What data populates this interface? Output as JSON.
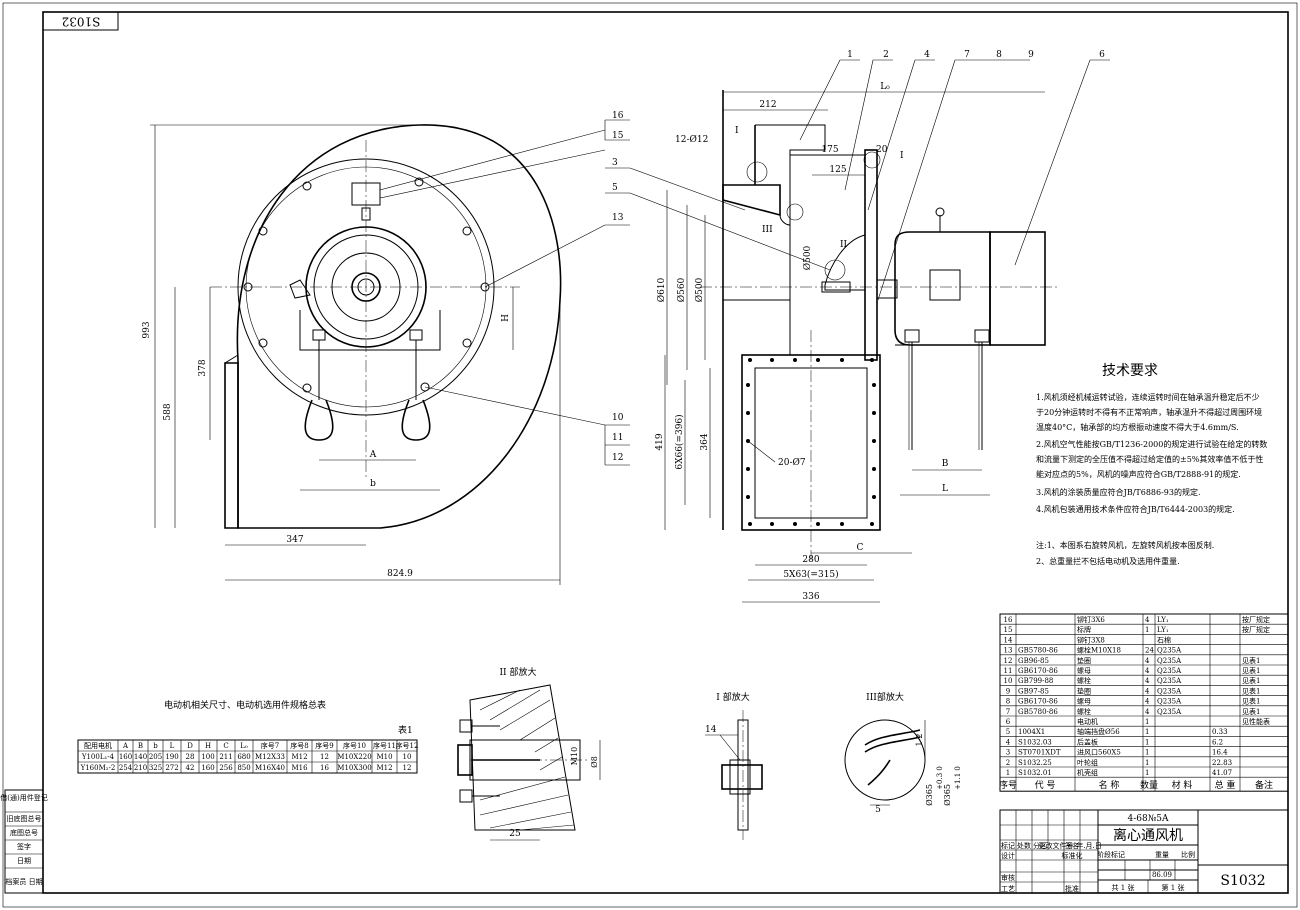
{
  "drawing_no_box": "S1032",
  "front_view": {
    "dims": {
      "d993": "993",
      "d378": "378",
      "d588": "588",
      "A": "A",
      "b": "b",
      "H": "H",
      "d347": "347",
      "d8249": "824.9"
    }
  },
  "side_view": {
    "part_callouts": [
      "1",
      "2",
      "4",
      "7",
      "8",
      "9",
      "6"
    ],
    "side_callouts": [
      "16",
      "15",
      "3",
      "13",
      "5",
      "10",
      "11",
      "12"
    ],
    "dims": {
      "d212": "212",
      "L0": "L₀",
      "d12phi12": "12-Ø12",
      "d175": "175",
      "d125": "125",
      "d20": "20",
      "I_mark": "I",
      "III_mark": "III",
      "II_mark": "II",
      "phi610": "Ø610",
      "phi560": "Ø560",
      "phi500": "Ø500",
      "phi500b": "Ø500",
      "d419": "419",
      "d6x66": "6X66(=396)",
      "d364": "364",
      "d20phi7": "20-Ø7",
      "d280": "280",
      "d5x63": "5X63(=315)",
      "d336": "336",
      "C": "C",
      "B": "B",
      "L": "L"
    }
  },
  "tech": {
    "title": "技术要求",
    "lines": [
      "1.风机须经机械运转试验，连续运转时间在轴承温升稳定后不少",
      "于20分钟运转时不得有不正常响声，轴承温升不得超过周围环境",
      "温度40°C，轴承部的均方根振动速度不得大于4.6mm/S.",
      "2.风机空气性能按GB/T1236-2000的规定进行试验在给定的转数",
      "和流量下测定的全压值不得超过给定值的±5%其效率值不低于性",
      "能对应点的5%，风机的噪声应符合GB/T2888-91的规定.",
      "3.风机的涂装质量应符合JB/T6886-93的规定.",
      "4.风机包装通用技术条件应符合JB/T6444-2003的规定."
    ],
    "notes": [
      "注:1、本图系右旋转风机，左旋转风机按本图反制.",
      "2、总重量拦不包括电动机及选用件重量."
    ]
  },
  "motor_table": {
    "title": "电动机相关尺寸、电动机选用件规格总表",
    "label": "表1",
    "headers": [
      "配用电机",
      "A",
      "B",
      "b",
      "L",
      "D",
      "H",
      "C",
      "L₀",
      "序号7",
      "序号8",
      "序号9",
      "序号10",
      "序号11",
      "序号12"
    ],
    "rows": [
      [
        "Y100L₁-4",
        "160",
        "140",
        "205",
        "190",
        "28",
        "100",
        "211",
        "680",
        "M12X33",
        "M12",
        "12",
        "M10X220",
        "M10",
        "10"
      ],
      [
        "Y160M₂-2",
        "254",
        "210",
        "325",
        "272",
        "42",
        "160",
        "256",
        "850",
        "M16X40",
        "M16",
        "16",
        "M10X300",
        "M12",
        "12"
      ]
    ]
  },
  "detail_II": {
    "title": "II 部放大",
    "m10": "M10",
    "phi8": "Ø8",
    "d25": "25"
  },
  "detail_I": {
    "title": "I 部放大",
    "n14": "14"
  },
  "detail_III": {
    "title": "III部放大",
    "d12": "1-2",
    "d5": "5",
    "phi_a": "Ø365",
    "phi_b": "Ø365",
    "tol_a": "+0.3 0",
    "tol_b": "+1.1 0"
  },
  "bom": {
    "rows": [
      [
        "16",
        "",
        "铆钉3X6",
        "4",
        "LY₁",
        "",
        "按厂规定"
      ],
      [
        "15",
        "",
        "标牌",
        "1",
        "LY₁",
        "",
        "按厂规定"
      ],
      [
        "14",
        "",
        "铆钉3X8",
        "",
        "石棉",
        "",
        ""
      ],
      [
        "13",
        "GB5780-86",
        "螺栓M10X18",
        "24",
        "Q235A",
        "",
        ""
      ],
      [
        "12",
        "GB96-85",
        "垫圈",
        "4",
        "Q235A",
        "",
        "见表1"
      ],
      [
        "11",
        "GB6170-86",
        "螺母",
        "4",
        "Q235A",
        "",
        "见表1"
      ],
      [
        "10",
        "GB799-88",
        "螺栓",
        "4",
        "Q235A",
        "",
        "见表1"
      ],
      [
        "9",
        "GB97-85",
        "垫圈",
        "4",
        "Q235A",
        "",
        "见表1"
      ],
      [
        "8",
        "GB6170-86",
        "螺母",
        "4",
        "Q235A",
        "",
        "见表1"
      ],
      [
        "7",
        "GB5780-86",
        "螺栓",
        "4",
        "Q235A",
        "",
        "见表1"
      ],
      [
        "6",
        "",
        "电动机",
        "1",
        "",
        "",
        "见性能表"
      ],
      [
        "5",
        "1004X1",
        "轴端挡盘Ø56",
        "1",
        "",
        "0.33",
        ""
      ],
      [
        "4",
        "S1032.03",
        "后盖板",
        "1",
        "",
        "6.2",
        ""
      ],
      [
        "3",
        "ST0701XDT",
        "进风口560X5",
        "1",
        "",
        "16.4",
        ""
      ],
      [
        "2",
        "S1032.25",
        "叶轮组",
        "1",
        "",
        "22.83",
        ""
      ],
      [
        "1",
        "S1032.01",
        "机壳组",
        "1",
        "",
        "41.07",
        ""
      ]
    ],
    "header": [
      "序号",
      "代 号",
      "名 称",
      "数量",
      "材 料",
      "总 重",
      "备注"
    ]
  },
  "title_block": {
    "model": "4-68№5A",
    "name": "离心通风机",
    "number": "S1032",
    "scale_label": "阶段标记",
    "weight_label": "重量",
    "ratio_label": "比例",
    "date": "86.09",
    "sheets": "共 1 张",
    "sheet_no": "第 1 张",
    "row_labels": [
      "标记",
      "处数",
      "分区",
      "更改文件号",
      "签名",
      "年.月.日"
    ],
    "left_labels": [
      "设计",
      "",
      "审核",
      "工艺"
    ],
    "std_label": "标准化",
    "approve_label": "批准"
  },
  "left_strip": [
    "借(通)用件登记",
    "旧底图总号",
    "底图总号",
    "签字",
    "日期",
    "档案员 日期"
  ]
}
